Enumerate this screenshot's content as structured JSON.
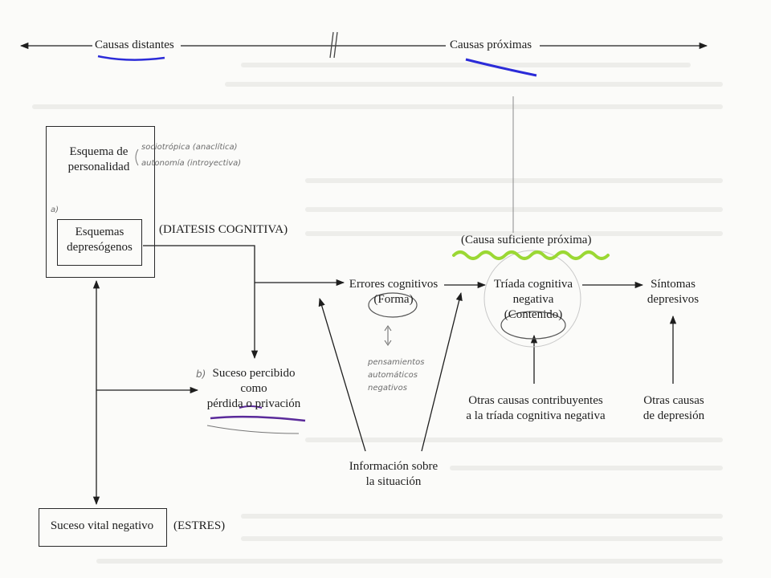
{
  "header": {
    "distal_label": "Causas distantes",
    "proximal_label": "Causas próximas"
  },
  "nodes": {
    "personality_line1": "Esquema de",
    "personality_line2": "personalidad",
    "depressogenic_line1": "Esquemas",
    "depressogenic_line2": "depresógenos",
    "diathesis": "(DIATESIS COGNITIVA)",
    "perceived_line1": "Suceso percibido",
    "perceived_line2": "como",
    "perceived_line3": "pérdida o privación",
    "errors_line1": "Errores cognitivos",
    "errors_line2": "(Forma)",
    "triad_line1": "Tríada cognitiva",
    "triad_line2": "negativa",
    "triad_line3": "(Contenido)",
    "sufficient_cause": "(Causa suficiente próxima)",
    "symptoms_line1": "Síntomas",
    "symptoms_line2": "depresivos",
    "info_line1": "Información sobre",
    "info_line2": "la situación",
    "other_triad_line1": "Otras causas contribuyentes",
    "other_triad_line2": "a la tríada cognitiva negativa",
    "other_dep_line1": "Otras causas",
    "other_dep_line2": "de depresión",
    "life_event": "Suceso vital negativo",
    "stress": "(ESTRES)"
  },
  "annotations": {
    "socio_line1": "sociotrópica (anaclítica)",
    "socio_line2": "autonomía (introyectiva)",
    "mark_a": "a)",
    "mark_b": "b)",
    "auto_line1": "pensamientos",
    "auto_line2": "automáticos",
    "auto_line3": "negativos"
  },
  "colors": {
    "ink": "#1e1e1e",
    "pen_blue": "#2b2bd8",
    "pen_purple": "#5a2a9a",
    "highlight_green": "#9bd834",
    "pencil": "#6e6e6e",
    "paper": "#fbfbf9"
  }
}
